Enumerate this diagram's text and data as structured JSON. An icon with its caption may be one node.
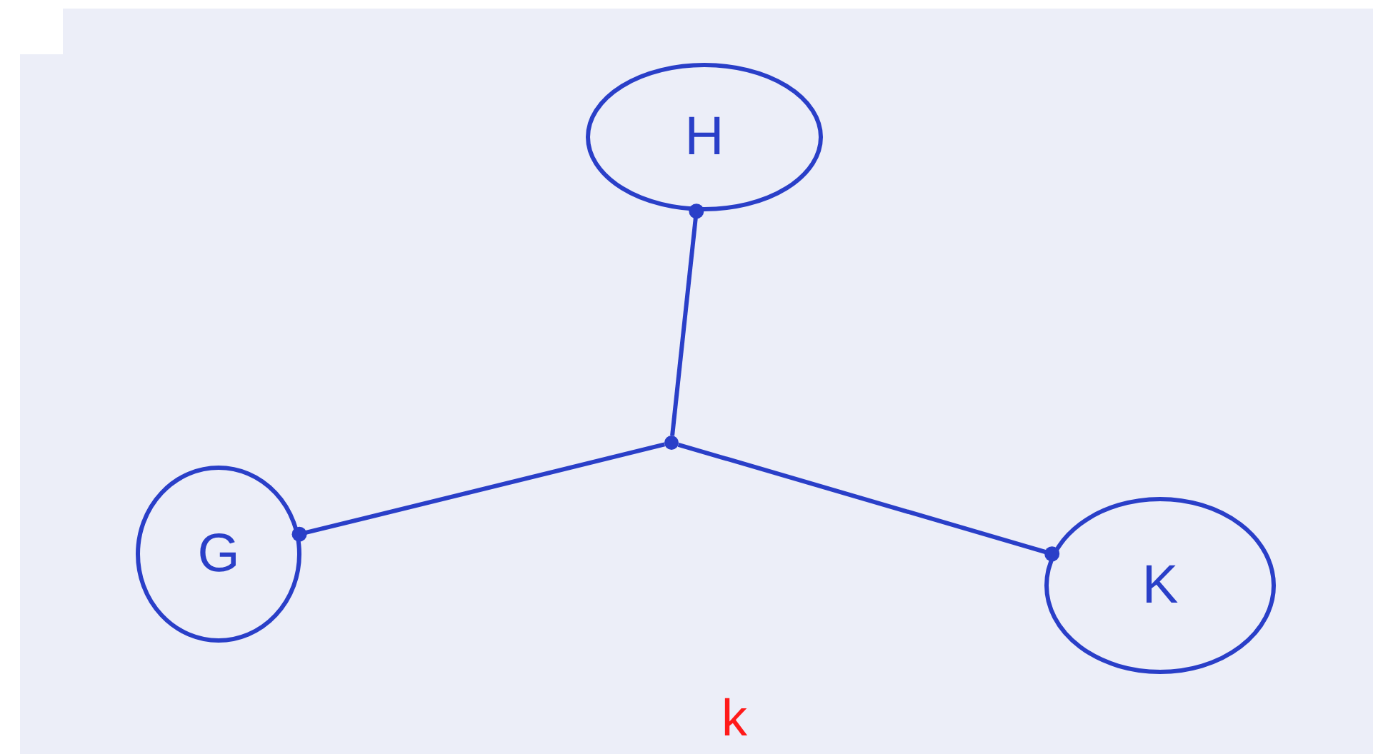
{
  "diagram": {
    "nodes": [
      {
        "text": [
          "H"
        ]
      },
      {
        "text": [],
        "shape": "circle"
      },
      {
        "text": [
          "G"
        ]
      },
      {
        "text": [
          "K"
        ]
      }
    ],
    "edges": [
      {
        "from": 1,
        "to": 0,
        "arrow": "other"
      },
      {
        "from": 1,
        "to": 2,
        "arrow": "other"
      },
      {
        "from": 1,
        "to": 3,
        "arrow": "other"
      }
    ],
    "labels": [
      "k"
    ]
  }
}
